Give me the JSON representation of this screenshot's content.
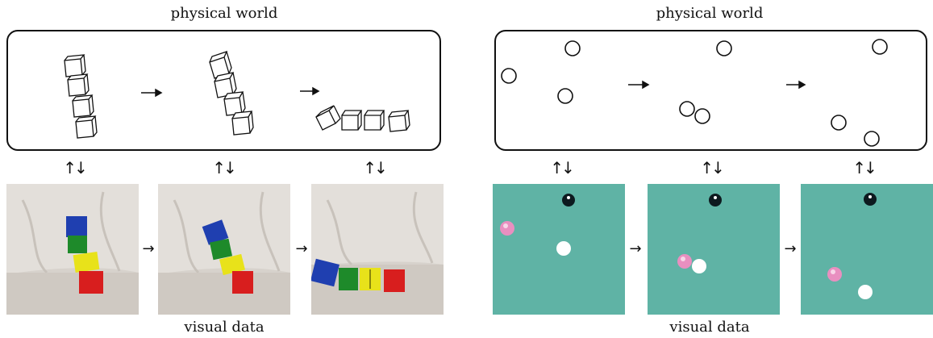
{
  "left_panel": {
    "title": "physical world",
    "caption": "visual data",
    "arrow_right": "→",
    "arrow_updown": "↑↓",
    "scene": "block-tower-collapse",
    "frames": 3,
    "block_colors": [
      "#1f3fb0",
      "#1e8a2a",
      "#e8e21a",
      "#d81e1e"
    ],
    "backdrop_color": "#d9d4cf"
  },
  "right_panel": {
    "title": "physical world",
    "caption": "visual data",
    "arrow_right": "→",
    "arrow_updown": "↑↓",
    "scene": "billiard-balls",
    "frames": 3,
    "table_color": "#5fb3a5",
    "ball_colors": [
      "#0d1a1f",
      "#e98fc0",
      "#ffffff"
    ]
  }
}
